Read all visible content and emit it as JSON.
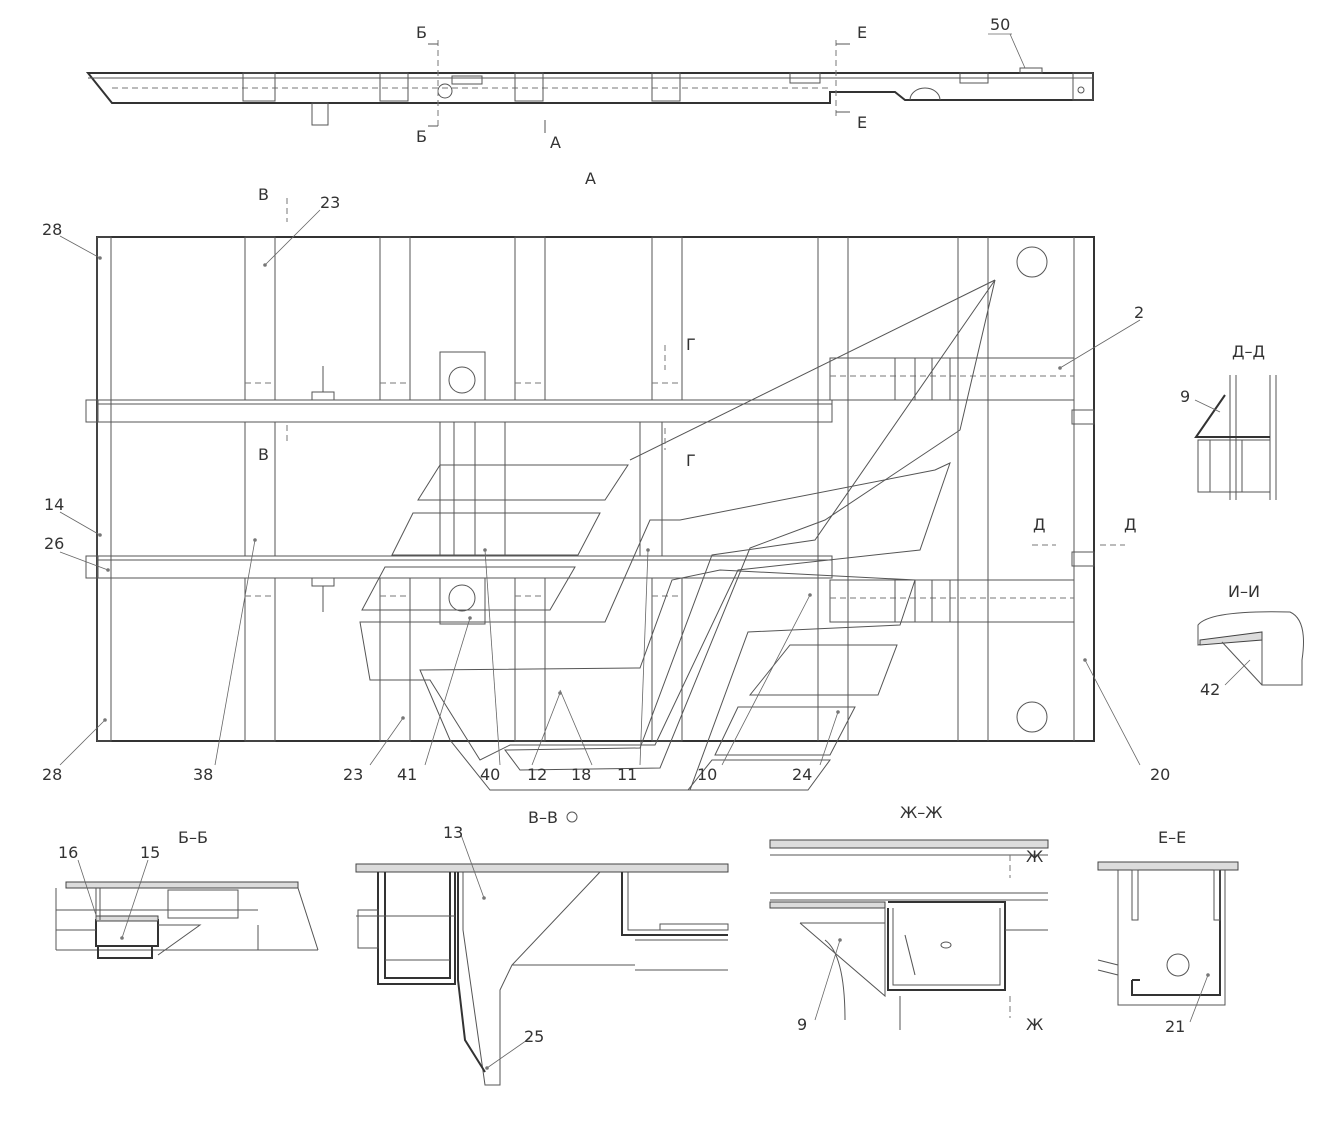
{
  "views": {
    "top_label": "А",
    "dd": "Д–Д",
    "ii": "И–И",
    "bb": "Б–Б",
    "vv": "В–В",
    "zhzh": "Ж–Ж",
    "ee": "Е–Е"
  },
  "section_marks": {
    "b": "Б",
    "e": "Е",
    "a": "А",
    "v": "В",
    "g": "Г",
    "d": "Д",
    "zh": "Ж"
  },
  "callouts": {
    "c50": "50",
    "c28a": "28",
    "c23a": "23",
    "c2": "2",
    "c14": "14",
    "c26": "26",
    "c28b": "28",
    "c38": "38",
    "c23b": "23",
    "c41": "41",
    "c40": "40",
    "c12": "12",
    "c18": "18",
    "c11": "11",
    "c10": "10",
    "c24": "24",
    "c20": "20",
    "c9a": "9",
    "c42": "42",
    "c16": "16",
    "c15": "15",
    "c13": "13",
    "c25": "25",
    "c9b": "9",
    "c21": "21"
  }
}
